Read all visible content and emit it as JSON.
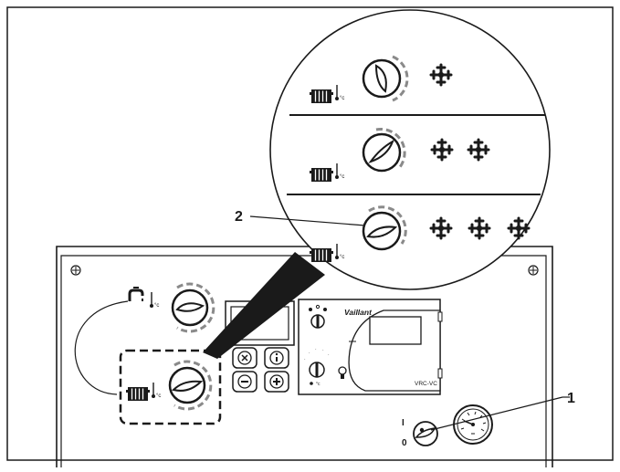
{
  "callouts": {
    "callout_1": "1",
    "callout_2": "2"
  },
  "switch_labels": {
    "on": "I",
    "off": "0"
  },
  "brand_logo": "Vaillant",
  "module_label": "VRC-VC",
  "zoom_panel": {
    "rows": [
      {
        "frost_symbols": 1
      },
      {
        "frost_symbols": 2
      },
      {
        "frost_symbols": 3
      }
    ]
  },
  "colors": {
    "line": "#1a1a1a",
    "dial_arc": "#8a8a8a",
    "background": "#ffffff"
  }
}
